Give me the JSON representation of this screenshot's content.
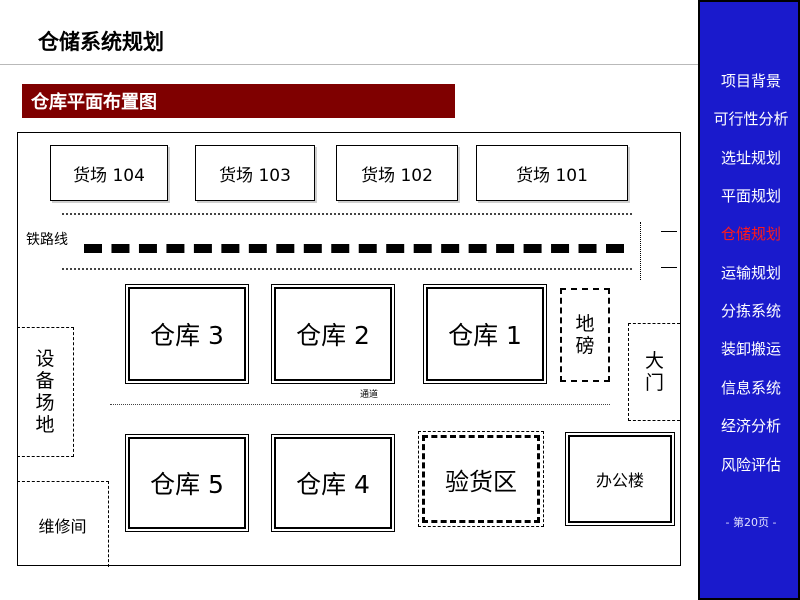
{
  "title": "仓储系统规划",
  "section": "仓库平面布置图",
  "yards": [
    "货场 104",
    "货场 103",
    "货场 102",
    "货场 101"
  ],
  "railway": "铁路线",
  "warehouses": [
    "仓库 3",
    "仓库 2",
    "仓库 1",
    "仓库 5",
    "仓库 4"
  ],
  "weighbridge": "地磅",
  "gate": "大门",
  "equipment_area": "设备场地",
  "aisle": "通道",
  "inspection": "验货区",
  "office": "办公楼",
  "repair": "维修间",
  "nav": [
    "项目背景",
    "可行性分析",
    "选址规划",
    "平面规划",
    "仓储规划",
    "运输规划",
    "分拣系统",
    "装卸搬运",
    "信息系统",
    "经济分析",
    "风险评估"
  ],
  "active_nav": "仓储规划",
  "page_number": "- 第20页 -",
  "colors": {
    "sidebar": "#1a1acc",
    "section_bar": "#7f0000",
    "active_nav": "#ff1a1a"
  }
}
